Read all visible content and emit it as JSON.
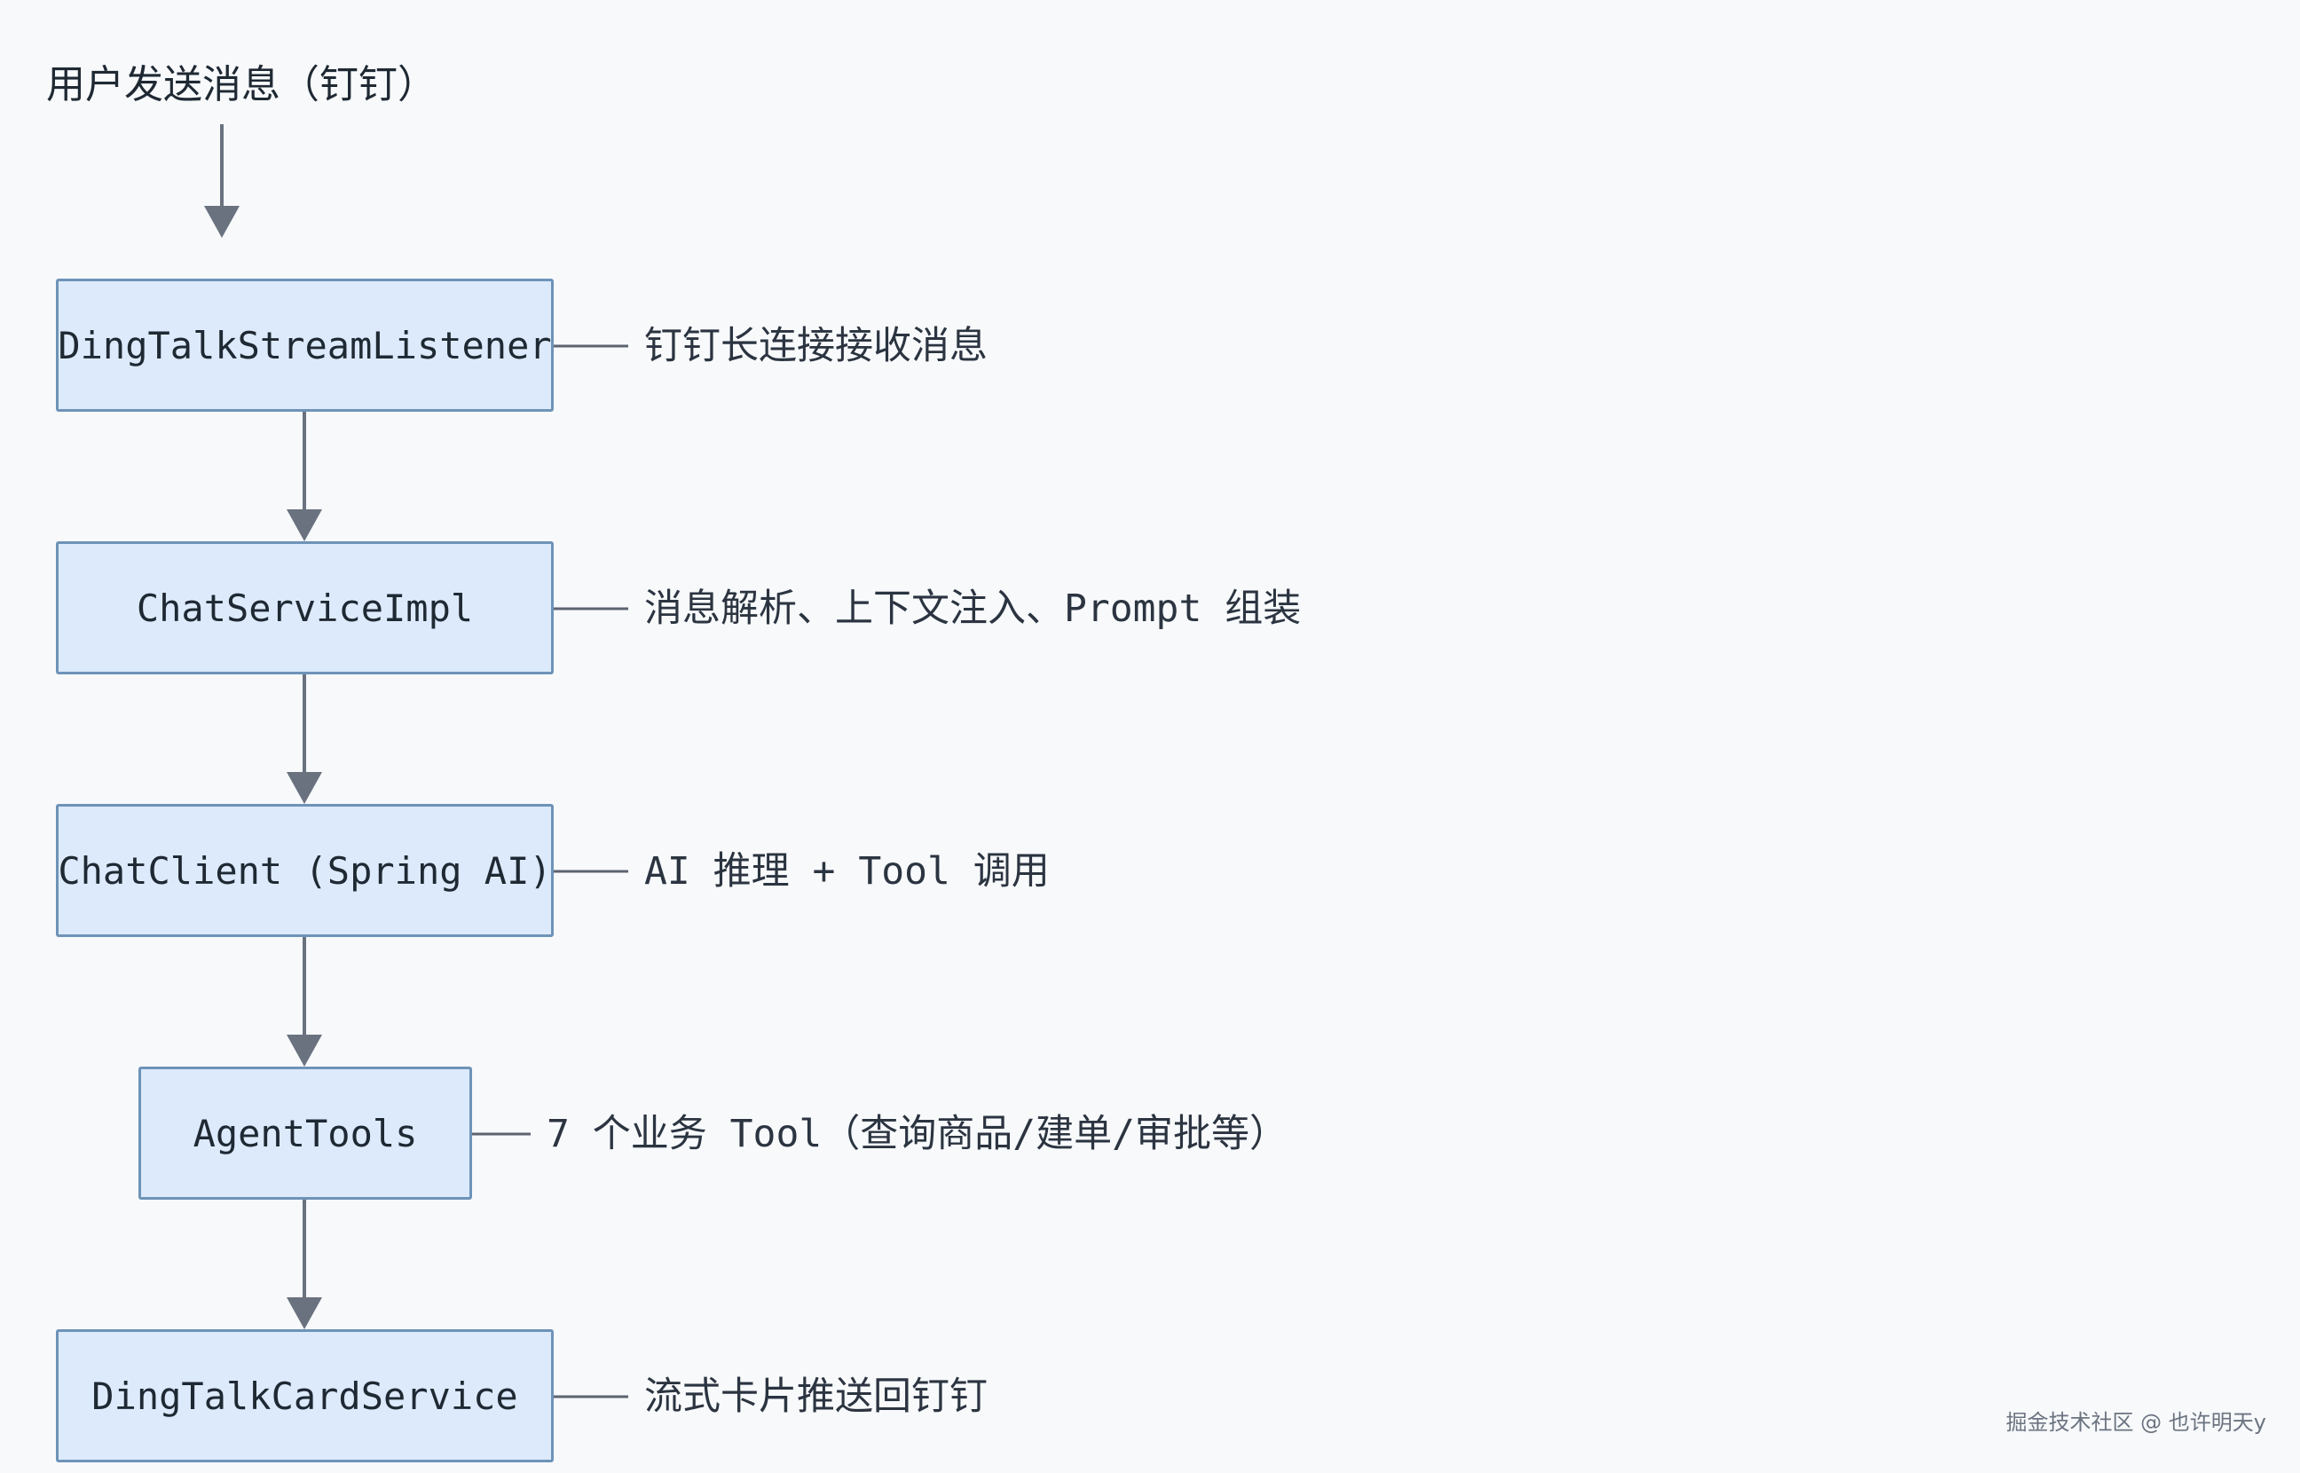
{
  "title": "用户发送消息（钉钉）",
  "nodes": [
    {
      "name": "DingTalkStreamListener",
      "description": "钉钉长连接接收消息"
    },
    {
      "name": "ChatServiceImpl",
      "description": "消息解析、上下文注入、Prompt 组装"
    },
    {
      "name": "ChatClient (Spring AI)",
      "description": "AI 推理 + Tool 调用"
    },
    {
      "name": "AgentTools",
      "description": "7 个业务 Tool（查询商品/建单/审批等）"
    },
    {
      "name": "DingTalkCardService",
      "description": "流式卡片推送回钉钉"
    }
  ],
  "watermark": "掘金技术社区 @ 也许明天y",
  "colors": {
    "background": "#f7f9fb",
    "box_fill": "#dceafc",
    "box_border": "#6e93b8",
    "arrow": "#6a7280",
    "text": "#1f2933"
  }
}
